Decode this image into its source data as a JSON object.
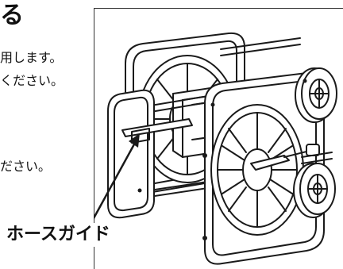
{
  "text": {
    "heading_fragment": "る",
    "line1": "用します。",
    "line2": "ください。",
    "line3": "ださい。"
  },
  "callout": {
    "label": "ホースガイド"
  },
  "illustration": {
    "subject": "hose-reel-cart",
    "stroke_color": "#1a1a1a",
    "fill_color": "#ffffff"
  }
}
